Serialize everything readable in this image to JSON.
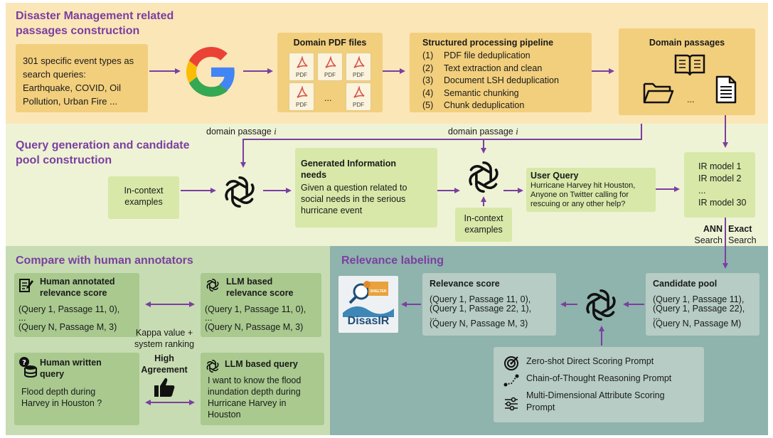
{
  "colors": {
    "accent": "#7b3fa0",
    "panel_top": "#fbe6b8",
    "panel_mid": "#eef3d6",
    "panel_left": "#c7dcb2",
    "panel_right": "#8fb3ad"
  },
  "section1": {
    "title_line1": "Disaster Management related",
    "title_line2": "passages construction",
    "queries": [
      "301 specific event types as",
      "search queries:",
      "Earthquake, COVID, Oil",
      "Pollution, Urban Fire ..."
    ],
    "pdf_title": "Domain PDF files",
    "pdf_label": "PDF",
    "ellipsis": "...",
    "pipeline_title": "Structured processing pipeline",
    "pipeline_steps": [
      {
        "num": "(1)",
        "text": "PDF file deduplication"
      },
      {
        "num": "(2)",
        "text": "Text extraction and clean"
      },
      {
        "num": "(3)",
        "text": "Document LSH deduplication"
      },
      {
        "num": "(4)",
        "text": "Semantic chunking"
      },
      {
        "num": "(5)",
        "text": "Chunk deduplication"
      }
    ],
    "passages_title": "Domain passages"
  },
  "section2": {
    "title_line1": "Query generation and candidate",
    "title_line2": "pool construction",
    "domain_passage_label": "domain  passage ",
    "domain_passage_var": "i",
    "incontext": [
      "In-context",
      "examples"
    ],
    "info_title": [
      "Generated Information",
      "needs"
    ],
    "info_body": [
      "Given a question related to",
      "social needs in the  serious",
      "hurricane event"
    ],
    "uq_title": "User Query",
    "uq_body": [
      "Hurricane Harvey hit Houston,",
      "Anyone on Twitter calling for",
      "rescuing or any other help?"
    ],
    "ir_models": [
      "IR model 1",
      "IR model 2",
      "...",
      "IR model 30"
    ],
    "ann": [
      "ANN",
      "Search"
    ],
    "exact": [
      "Exact",
      "Search"
    ]
  },
  "section3": {
    "title": "Compare with human annotators",
    "human_score_title": [
      "Human annotated",
      "relevance score"
    ],
    "human_score_rows": [
      "(Query 1, Passage 11, 0),",
      "...",
      "(Query N, Passage M, 3)"
    ],
    "llm_score_title": [
      "LLM based",
      "relevance score"
    ],
    "llm_score_rows": [
      "(Query 1, Passage 11, 0),",
      "...",
      "(Query N, Passage M, 3)"
    ],
    "kappa": [
      "Kappa value +",
      "system ranking"
    ],
    "high_agreement": [
      "High",
      "Agreement"
    ],
    "human_query_title": [
      "Human written",
      "query"
    ],
    "human_query_body": [
      "Flood depth during",
      "Harvey in Houston ?"
    ],
    "llm_query_title": "LLM based query",
    "llm_query_body": [
      "I want to know the flood",
      "inundation depth during",
      "Hurricane Harvey in",
      "Houston"
    ]
  },
  "section4": {
    "title": "Relevance labeling",
    "logo_text": "DisasIR",
    "logo_badge": "SHELTER",
    "rel_title": "Relevance score",
    "rel_rows": [
      "(Query 1, Passage 11, 0),",
      "(Query 1, Passage 22, 1),",
      "...",
      "(Query N, Passage M, 3)"
    ],
    "pool_title": "Candidate pool",
    "pool_rows": [
      "(Query 1, Passage 11),",
      "(Query 1, Passage 22),",
      "...",
      "(Query N, Passage M)"
    ],
    "prompts": [
      "Zero-shot Direct Scoring Prompt",
      "Chain-of-Thought Reasoning Prompt",
      "Multi-Dimensional Attribute Scoring",
      "Prompt"
    ]
  }
}
